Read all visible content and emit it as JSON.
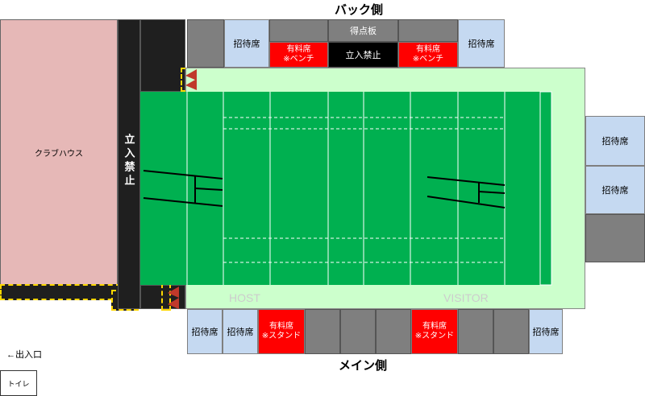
{
  "labels": {
    "back_side": "バック側",
    "main_side": "メイン側",
    "clubhouse": "クラブハウス",
    "no_entry_vertical": "立入禁止",
    "no_entry_top": "立入禁止",
    "scoreboard": "得点板",
    "host": "HOST",
    "visitor": "VISITOR",
    "entrance": "←出入口",
    "toilet": "トイレ"
  },
  "seats": {
    "invitation": "招待席",
    "paid_bench": "有料席\n※ベンチ",
    "paid_stand": "有料席\n※スタンド"
  },
  "colors": {
    "pitch": "#00b050",
    "pitch_border": "#ccffcc",
    "clubhouse": "#e6b8b7",
    "invitation_seat": "#c5d9f1",
    "paid_seat": "#ff0000",
    "block_gray": "#7f7f7f",
    "no_entry": "#1f1f1f"
  }
}
